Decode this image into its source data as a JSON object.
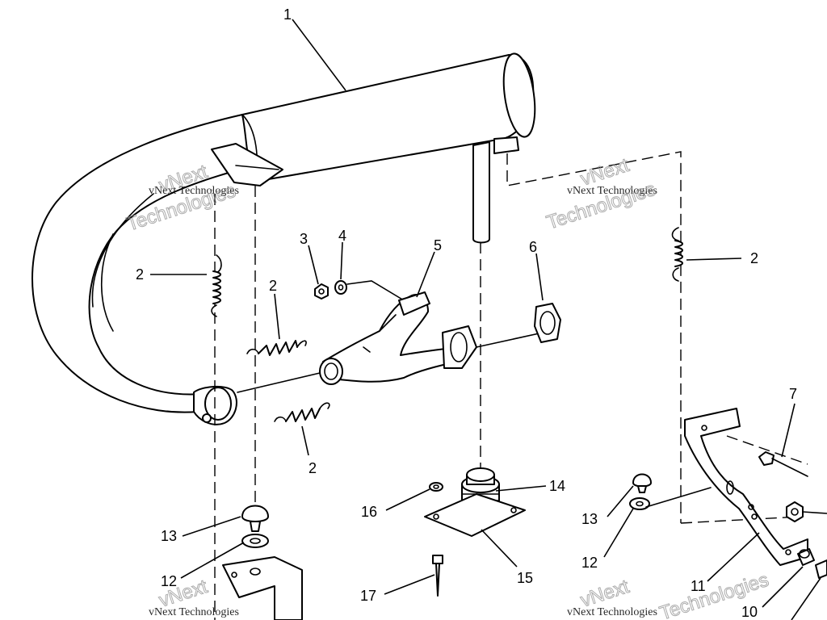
{
  "watermark": {
    "line1": "vNext Technologies",
    "line_a": "vNext",
    "line_b": "Technologies"
  },
  "callouts": [
    {
      "id": "c1",
      "label": "1"
    },
    {
      "id": "c2a",
      "label": "2"
    },
    {
      "id": "c2b",
      "label": "2"
    },
    {
      "id": "c2c",
      "label": "2"
    },
    {
      "id": "c2d",
      "label": "2"
    },
    {
      "id": "c3",
      "label": "3"
    },
    {
      "id": "c4",
      "label": "4"
    },
    {
      "id": "c5",
      "label": "5"
    },
    {
      "id": "c6",
      "label": "6"
    },
    {
      "id": "c7",
      "label": "7"
    },
    {
      "id": "c10",
      "label": "10"
    },
    {
      "id": "c11",
      "label": "11"
    },
    {
      "id": "c12a",
      "label": "12"
    },
    {
      "id": "c12b",
      "label": "12"
    },
    {
      "id": "c13a",
      "label": "13"
    },
    {
      "id": "c13b",
      "label": "13"
    },
    {
      "id": "c14",
      "label": "14"
    },
    {
      "id": "c15",
      "label": "15"
    },
    {
      "id": "c16",
      "label": "16"
    },
    {
      "id": "c17",
      "label": "17"
    }
  ]
}
